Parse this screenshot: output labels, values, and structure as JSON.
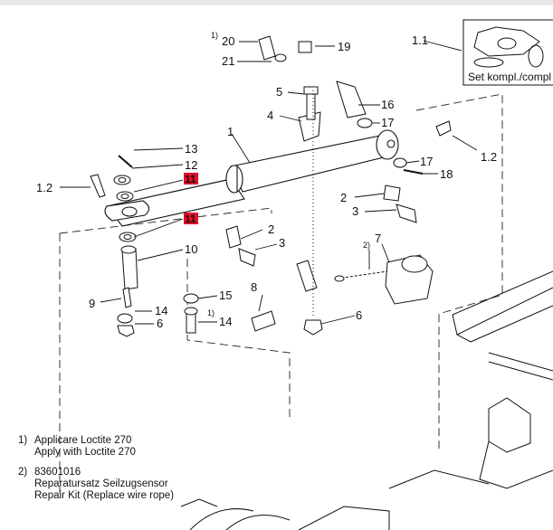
{
  "callouts": {
    "n1": "1",
    "n1_1": "1.1",
    "n1_2_left": "1.2",
    "n1_2_right": "1.2",
    "n2_right": "2",
    "n2_lower": "2",
    "n3_right": "3",
    "n3_lower": "3",
    "n4": "4",
    "n5": "5",
    "n6_left": "6",
    "n6_right": "6",
    "n7": "7",
    "n8": "8",
    "n9": "9",
    "n10": "10",
    "n11_upper": "11",
    "n11_lower": "11",
    "n12": "12",
    "n13": "13",
    "n14_left": "14",
    "n14_right": "14",
    "n15": "15",
    "n16": "16",
    "n17_upper": "17",
    "n17_lower": "17",
    "n18": "18",
    "n19": "19",
    "n20": "20",
    "n21": "21"
  },
  "superscripts": {
    "s20": "1)",
    "s14": "1)",
    "s7": "2)"
  },
  "set_box_label": "Set kompl./compl",
  "notes": [
    {
      "marker": "1)",
      "lines": [
        "Applicare Loctite 270",
        "Apply with Loctite 270"
      ]
    },
    {
      "marker": "2)",
      "lines": [
        "83601016",
        "Reparatursatz Seilzugsensor",
        "Repair Kit (Replace wire rope)"
      ]
    }
  ],
  "colors": {
    "highlight": "#e0102a",
    "line": "#111111",
    "dash": "#222222"
  }
}
